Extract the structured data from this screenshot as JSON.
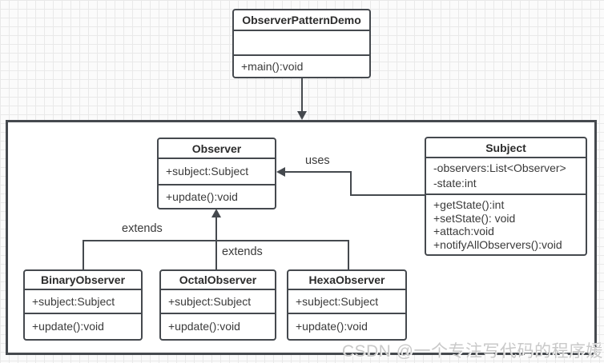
{
  "diagram": {
    "title_hint": "Observer pattern UML class diagram",
    "watermark": "CSDN @一个专注写代码的程序媛",
    "labels": {
      "uses": "uses",
      "extends_left": "extends",
      "extends_right": "extends"
    },
    "classes": {
      "demo": {
        "name": "ObserverPatternDemo",
        "attributes": [],
        "methods": [
          "+main():void"
        ]
      },
      "observer": {
        "name": "Observer",
        "attributes": [
          "+subject:Subject"
        ],
        "methods": [
          "+update():void"
        ]
      },
      "subject": {
        "name": "Subject",
        "attributes": [
          "-observers:List<Observer>",
          "-state:int"
        ],
        "methods": [
          "+getState():int",
          "+setState(): void",
          "+attach:void",
          "+notifyAllObservers():void"
        ]
      },
      "binary": {
        "name": "BinaryObserver",
        "attributes": [
          "+subject:Subject"
        ],
        "methods": [
          "+update():void"
        ]
      },
      "octal": {
        "name": "OctalObserver",
        "attributes": [
          "+subject:Subject"
        ],
        "methods": [
          "+update():void"
        ]
      },
      "hexa": {
        "name": "HexaObserver",
        "attributes": [
          "+subject:Subject"
        ],
        "methods": [
          "+update():void"
        ]
      }
    },
    "relations": [
      {
        "from": "ObserverPatternDemo",
        "to": "system-boundary",
        "type": "arrow"
      },
      {
        "from": "Subject",
        "to": "Observer",
        "type": "uses"
      },
      {
        "from": "BinaryObserver",
        "to": "Observer",
        "type": "extends"
      },
      {
        "from": "OctalObserver",
        "to": "Observer",
        "type": "extends"
      },
      {
        "from": "HexaObserver",
        "to": "Observer",
        "type": "extends"
      }
    ],
    "colors": {
      "line": "#45494e",
      "text": "#3a3a3a",
      "grid": "#e9e9e9",
      "canvas_bg": "#fbfbfb",
      "box_fill": "#ffffff",
      "watermark": "#c9c9c9"
    }
  }
}
